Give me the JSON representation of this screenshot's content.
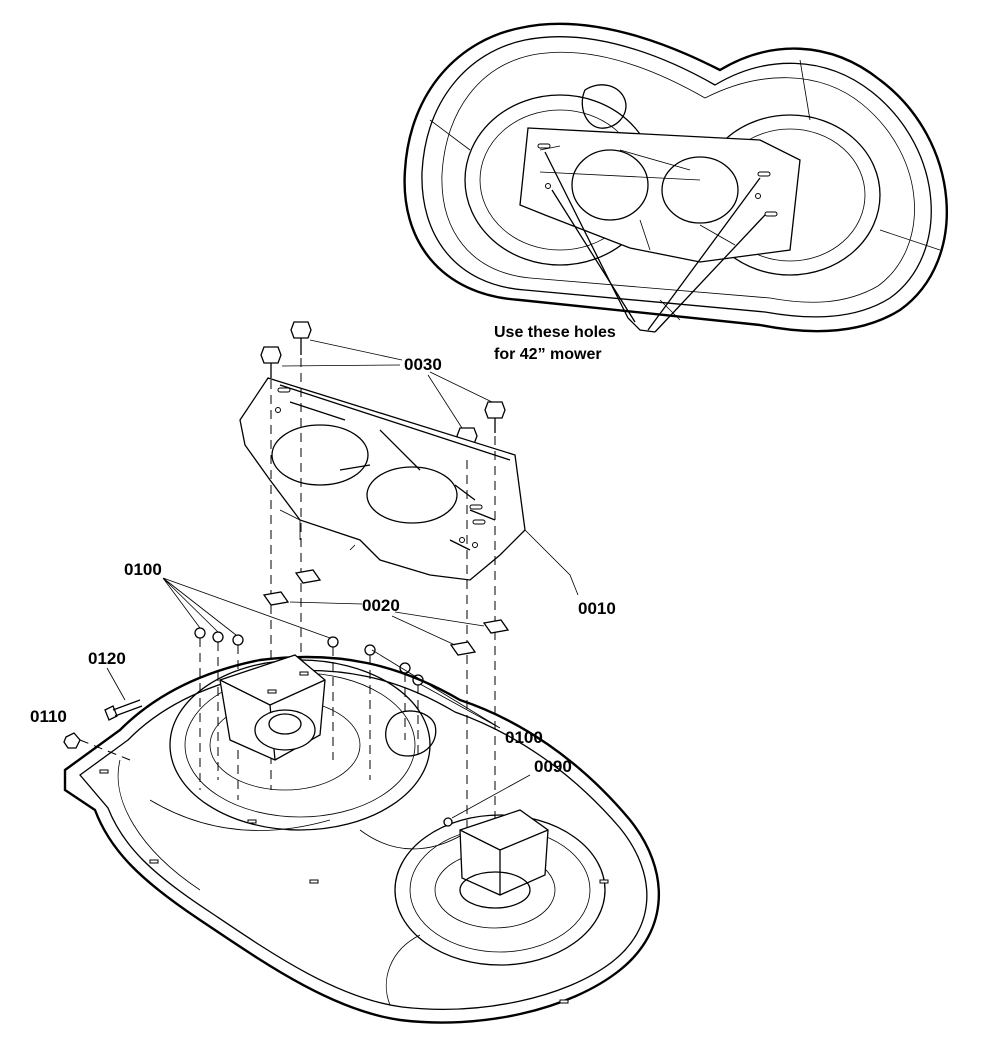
{
  "callouts": {
    "bolts_top": "0030",
    "shield": "0010",
    "pads": "0020",
    "nuts_left": "0100",
    "nuts_right": "0100",
    "bolt_side": "0120",
    "nut_side": "0110",
    "nut_right": "0090"
  },
  "note": {
    "line1": "Use these holes",
    "line2": "for 42” mower"
  }
}
